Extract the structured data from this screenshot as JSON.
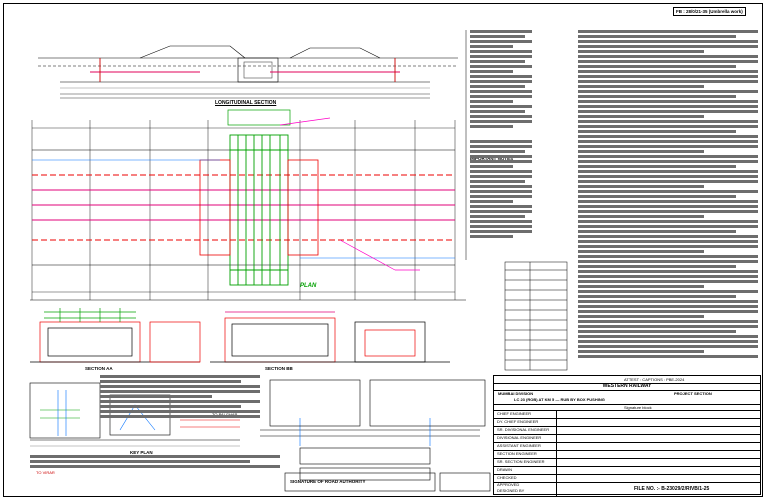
{
  "drawing": {
    "ref_box": "FB : 28/0/21-35 (Umbrella work)",
    "section_longitudinal": "LONGITUDINAL SECTION",
    "plan": "PLAN",
    "section_aa": "SECTION AA",
    "section_bb": "SECTION BB",
    "key_plan": "KEY PLAN",
    "important_notes": "IMPORTANT NOTES",
    "signature_road": "SIGNATURE OF ROAD AUTHORITY",
    "to_palghar": "TO PALGHAR",
    "to_virar": "TO VIRAR"
  },
  "title_block": {
    "railway": "WESTERN RAILWAY",
    "org_left": "MUMBAI DIVISION",
    "org_right": "PROJECT SECTION",
    "approval_line": "ATTEST : CAPTIONS : PBE-2024",
    "signature_label": "Signature block",
    "project_title": "LC 23 (ROB) AT KM 5 — RUB BY BOX PUSHING",
    "roles": [
      "CHIEF ENGINEER",
      "DY. CHIEF ENGINEER",
      "SR. DIVISIONAL ENGINEER",
      "DIVISIONAL ENGINEER",
      "ASSISTANT ENGINEER",
      "SECTION ENGINEER",
      "SR. SECTION ENGINEER",
      "DRAWN",
      "CHECKED",
      "APPROVED",
      "DESIGNED BY"
    ],
    "file_no": "FILE NO. :- B-23029/2/RIVB/1-25"
  }
}
